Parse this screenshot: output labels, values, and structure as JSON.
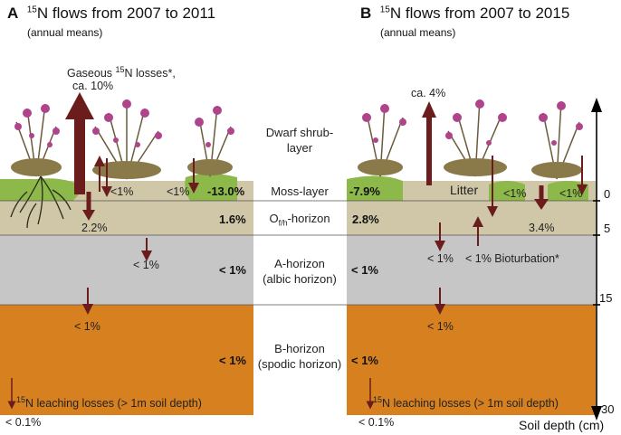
{
  "panelA": {
    "letter": "A",
    "title": "N flows from 2007 to 2011",
    "title_sup": "15",
    "subtitle": "(annual means)",
    "gaseous_label_1": "Gaseous",
    "gaseous_label_1b": "N losses*,",
    "gaseous_sup": "15",
    "gaseous_label_2": "ca. 10%",
    "lt1_left": "<1%",
    "lt1_right": "<1%",
    "moss_value": "-13.0%",
    "oh_flow": "2.2%",
    "oh_value": "1.6%",
    "a_flow": "< 1%",
    "a_value": "< 1%",
    "b_flow": "< 1%",
    "b_value": "< 1%",
    "leach_sup": "15",
    "leach_label": "N leaching losses (> 1m soil depth)",
    "leach_value": "< 0.1%"
  },
  "panelB": {
    "letter": "B",
    "title": "N flows from 2007 to 2015",
    "title_sup": "15",
    "subtitle": "(annual means)",
    "gaseous_value": "ca. 4%",
    "moss_value": "-7.9%",
    "litter_label": "Litter",
    "lt1_a": "<1%",
    "lt1_b": "<1%",
    "oh_value": "2.8%",
    "oh_flow": "3.4%",
    "a_value": "< 1%",
    "a_flow": "< 1%",
    "bioturb_label": "< 1% Bioturbation*",
    "b_value": "< 1%",
    "b_flow": "< 1%",
    "leach_sup": "15",
    "leach_label": "N leaching losses (> 1m soil depth)",
    "leach_value": "< 0.1%"
  },
  "layers": {
    "dwarf_shrub_1": "Dwarf shrub-",
    "dwarf_shrub_2": "layer",
    "moss": "Moss-layer",
    "oh_main": "O",
    "oh_sub": "f/h",
    "oh_tail": "-horizon",
    "a_1": "A-horizon",
    "a_2": "(albic horizon)",
    "b_1": "B-horizon",
    "b_2": "(spodic horizon)"
  },
  "axis": {
    "ticks": [
      "0",
      "5",
      "15",
      "30"
    ],
    "label": "Soil depth (cm)"
  },
  "colors": {
    "arrow": "#6b1d1d",
    "moss": "#8db84a",
    "organic": "#cfc7a8",
    "a_horizon": "#c6c6c6",
    "b_horizon": "#d7801f"
  }
}
